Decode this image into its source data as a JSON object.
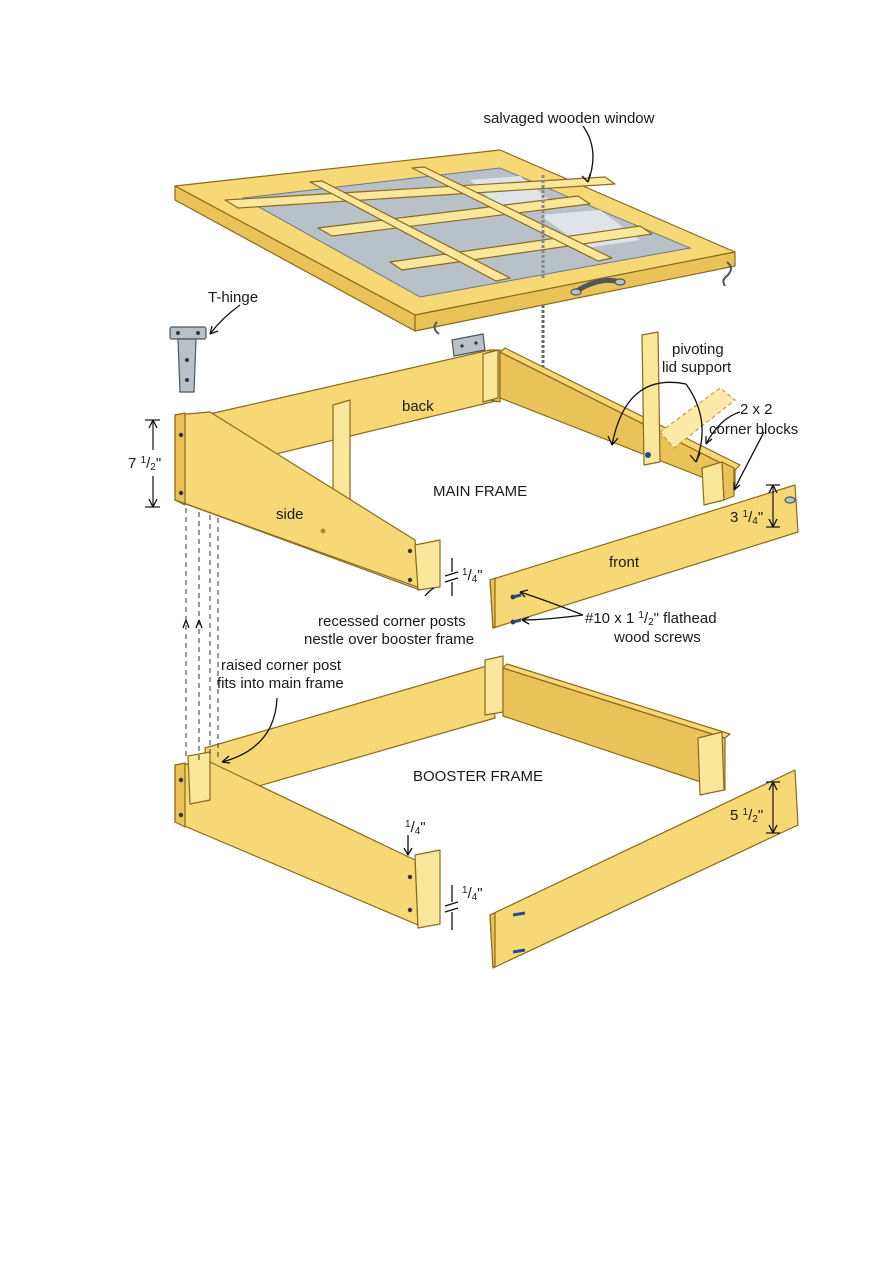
{
  "labels": {
    "window": "salvaged wooden window",
    "t_hinge": "T-hinge",
    "pivoting_1": "pivoting",
    "pivoting_2": "lid support",
    "corner_blocks_1": "2 x 2",
    "corner_blocks_2": "corner blocks",
    "back": "back",
    "main_frame": "MAIN FRAME",
    "side": "side",
    "front": "front",
    "recessed_1": "recessed corner posts",
    "recessed_2": "nestle over booster frame",
    "screws_1a": "#10 x 1 ",
    "screws_1b": "1",
    "screws_1c": "/",
    "screws_1d": "2",
    "screws_1e": "\" flathead",
    "screws_2": "wood screws",
    "raised_1": "raised corner post",
    "raised_2": "fits into main frame",
    "booster_frame": "BOOSTER FRAME"
  },
  "dimensions": {
    "main_height": {
      "whole": "7 ",
      "num": "1",
      "den": "2",
      "unit": "\""
    },
    "front_height": {
      "whole": "3 ",
      "num": "1",
      "den": "4",
      "unit": "\""
    },
    "booster_height": {
      "whole": "5 ",
      "num": "1",
      "den": "2",
      "unit": "\""
    },
    "recess_main": {
      "num": "1",
      "den": "4",
      "unit": "\""
    },
    "recess_booster_top": {
      "num": "1",
      "den": "4",
      "unit": "\""
    },
    "recess_booster_bottom": {
      "num": "1",
      "den": "4",
      "unit": "\""
    }
  },
  "colors": {
    "wood": "#f6d976",
    "wood_shadow": "#e9c25a",
    "glass": "#b9c1c8",
    "hardware": "#b8c0c8"
  }
}
